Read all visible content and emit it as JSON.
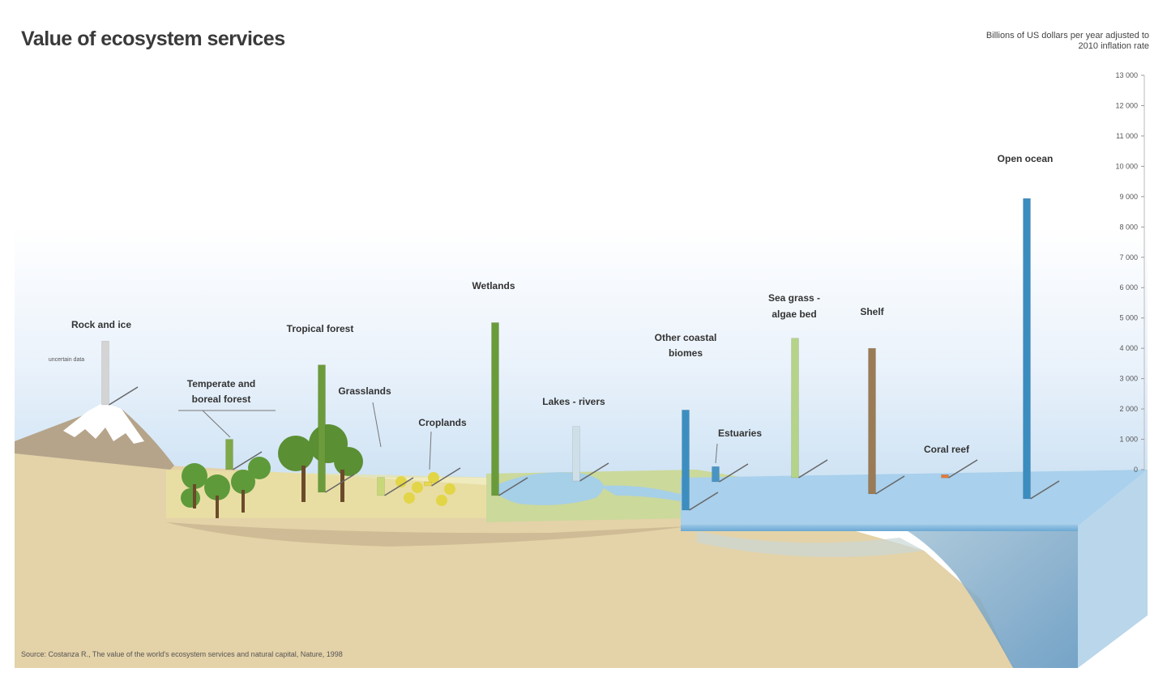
{
  "chart_data": {
    "type": "bar",
    "title": "Value of ecosystem services",
    "unit_label": "Billions of US dollars per year adjusted to 2010 inflation rate",
    "source": "Source: Costanza R., The value of the world's ecosystem services and natural capital, Nature, 1998",
    "ylim": [
      0,
      13000
    ],
    "y_ticks": [
      "0",
      "1 000",
      "2 000",
      "3 000",
      "4 000",
      "5 000",
      "6 000",
      "7 000",
      "8 000",
      "9 000",
      "10 000",
      "11 000",
      "12 000",
      "13 000"
    ],
    "y_tick_values": [
      0,
      1000,
      2000,
      3000,
      4000,
      5000,
      6000,
      7000,
      8000,
      9000,
      10000,
      11000,
      12000,
      13000
    ],
    "grid": false,
    "categories": [
      "Rock and ice",
      "Temperate and boreal forest",
      "Tropical forest",
      "Grasslands",
      "Croplands",
      "Wetlands",
      "Lakes - rivers",
      "Other coastal biomes",
      "Estuaries",
      "Sea grass - algae bed",
      "Shelf",
      "Coral reef",
      "Open ocean"
    ],
    "values": [
      2100,
      1000,
      4200,
      600,
      130,
      5700,
      1800,
      3300,
      500,
      4600,
      4800,
      100,
      9900
    ],
    "sublabels": {
      "Rock and ice": "uncertain data"
    },
    "colors": {
      "Rock and ice": "#d4d4d4",
      "Temperate and boreal forest": "#7fa848",
      "Tropical forest": "#6b9b3a",
      "Grasslands": "#c8d77a",
      "Croplands": "#e8d84a",
      "Wetlands": "#6a9b3a",
      "Lakes - rivers": "#cfdfe8",
      "Other coastal biomes": "#3d8ec0",
      "Estuaries": "#4a94c4",
      "Sea grass - algae bed": "#b5d389",
      "Shelf": "#9a7b55",
      "Coral reef": "#e07a3a",
      "Open ocean": "#3b8cbf"
    }
  }
}
